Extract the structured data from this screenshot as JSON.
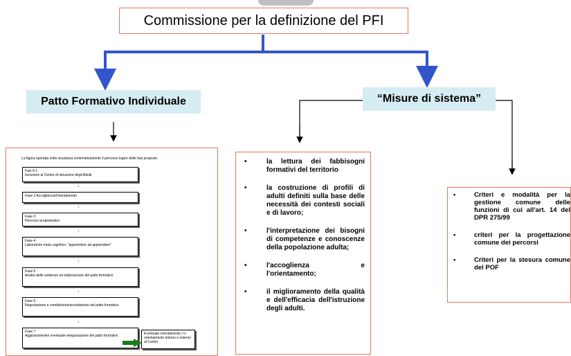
{
  "title": "Commissione per la definizione del PFI",
  "left_branch": {
    "label": "Patto Formativo Individuale",
    "figure": {
      "caption": "La figura riportata sotto visualizza schematicamente il percorso logico delle fasi proposte.",
      "phases": [
        "Fasi 0-1\nIscrizione al Centro di istruzione degli Adulti",
        "Fase 2 Accoglienza/Orientamento",
        "Fase 3\nPercorso propedeutico",
        "Fase 4\nLaboratorio meta cognitivo: \"apprendere ad apprendere\"",
        "Fase 5\nAnalisi delle evidenze ed elaborazione del patto formativo",
        "Fase 6\nNegoziazione e condivisione/accettazione del patto formativo",
        "Fase 7\nAggiornamento/ eventuale rinegoziazione del patto formativo"
      ],
      "side_note": "Eventuale orientamento / ri-orientamento interno o esterno al Centro"
    }
  },
  "right_branch": {
    "label": "“Misure di sistema”",
    "middle_list": [
      "la lettura dei fabbisogni formativi del territorio",
      "la costruzione di profili di adulti definiti sulla base delle necessità dei contesti sociali e di lavoro;",
      "l'interpretazione dei bisogni di competenze e conoscenze della popolazione adulta;",
      "l'accoglienza e l'orientamento;",
      "il miglioramento della qualità e dell'efficacia dell'istruzione degli adulti."
    ],
    "right_list": [
      "Criteri e modalità per la gestione comune delle funzioni di cui all'art. 14 del DPR 275/99",
      "criteri per la progettazione comune dei percorsi",
      "Criteri per la stesura comune del POF"
    ]
  },
  "bullet_symbol": "•",
  "colors": {
    "accent_border": "#e8765a",
    "label_bg": "#d6ecf3",
    "connector_blue": "#3355cc",
    "green_arrow": "#1e7a1e"
  }
}
